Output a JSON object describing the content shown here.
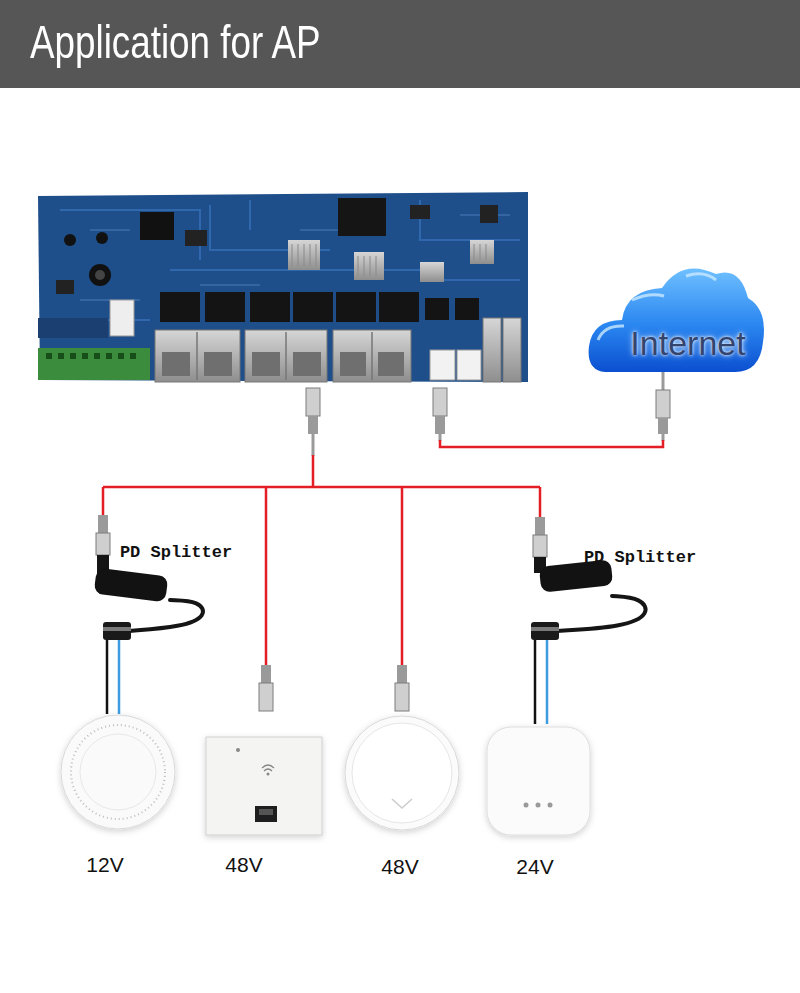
{
  "diagram": {
    "title": "Application for AP",
    "nodes": [
      {
        "text": [
          "Internet"
        ]
      },
      {
        "text": [
          "PD Splitter"
        ]
      },
      {
        "text": [
          "PD Splitter"
        ]
      },
      {
        "text": [
          "12V"
        ]
      },
      {
        "text": [
          "48V"
        ]
      },
      {
        "text": [
          "48V"
        ]
      },
      {
        "text": [
          "24V"
        ]
      }
    ],
    "edges": [
      {
        "from": 1,
        "to": 3,
        "arrow": "none"
      },
      {
        "from": 2,
        "to": 6,
        "arrow": "none"
      }
    ]
  }
}
